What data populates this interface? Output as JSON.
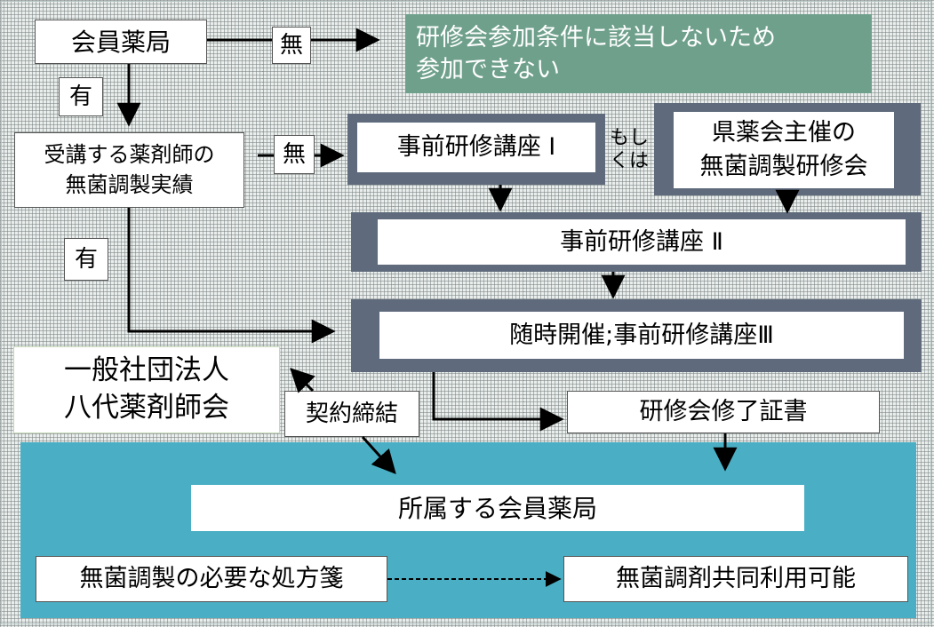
{
  "nodes": {
    "kaiin_yakkyoku": "会員薬局",
    "nashi_1": "無",
    "fuka": "研修会参加条件に該当しないため\n参加できない",
    "ari_1": "有",
    "jisseki": "受講する薬剤師の\n無菌調製実績",
    "nashi_2": "無",
    "kouza_1": "事前研修講座 Ⅰ",
    "moshikuha": "もし\nくは",
    "kenyaku": "県薬会主催の\n無菌調製研修会",
    "ari_2": "有",
    "kouza_2": "事前研修講座 Ⅱ",
    "kouza_3": "随時開催;事前研修講座Ⅲ",
    "yatsushiro": "一般社団法人\n八代薬剤師会",
    "keiyaku": "契約締結",
    "shuryo": "研修会修了証書",
    "shozoku": "所属する会員薬局",
    "shohousen": "無菌調製の必要な処方箋",
    "kyodo": "無菌調剤共同利用可能"
  },
  "colors": {
    "background": "#e9eeec",
    "gray_green_box": "#6fa08c",
    "dark_slate": "#5f6b7c",
    "teal_panel": "#4aafc5",
    "white": "#ffffff"
  }
}
